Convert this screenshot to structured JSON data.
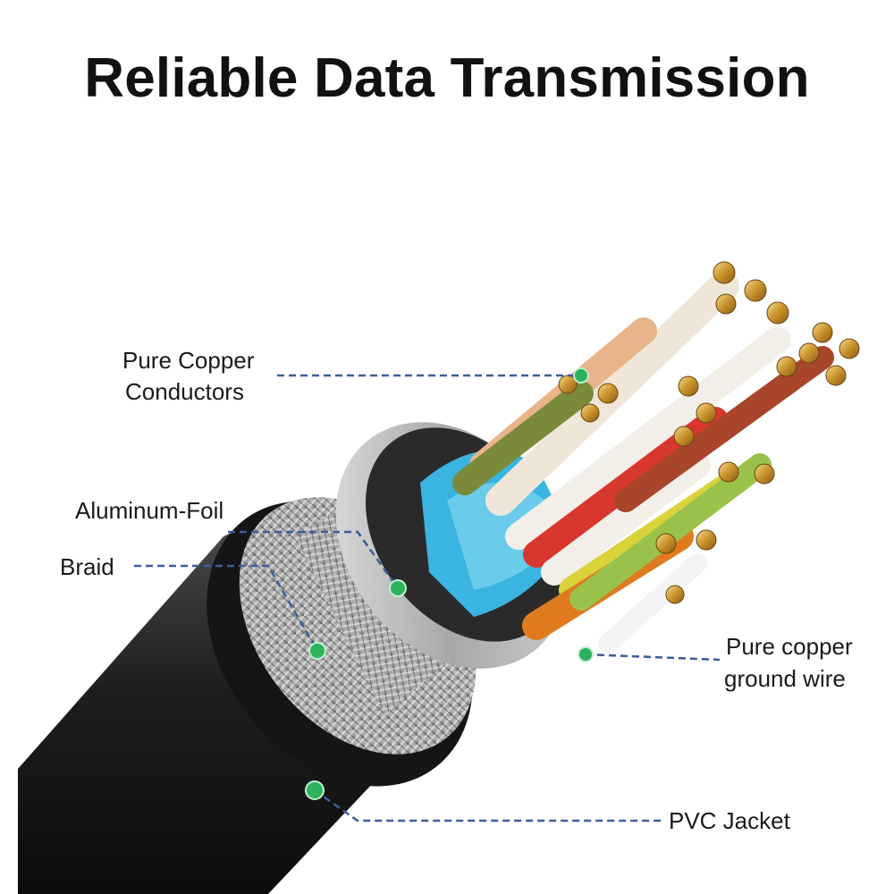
{
  "title": "Reliable Data Transmission",
  "labels": {
    "pure_copper_conductors": [
      "Pure Copper",
      "Conductors"
    ],
    "aluminum_foil": "Aluminum-Foil",
    "braid": "Braid",
    "pure_copper_ground_wire": [
      "Pure copper",
      "ground wire"
    ],
    "pvc_jacket": "PVC Jacket"
  },
  "colors": {
    "leader_line": "#3d5f9a",
    "marker_dot": "#2fb25d",
    "jacket": "#1c1c1c",
    "foil": "#3ab4e0",
    "copper": "#d4a040"
  }
}
